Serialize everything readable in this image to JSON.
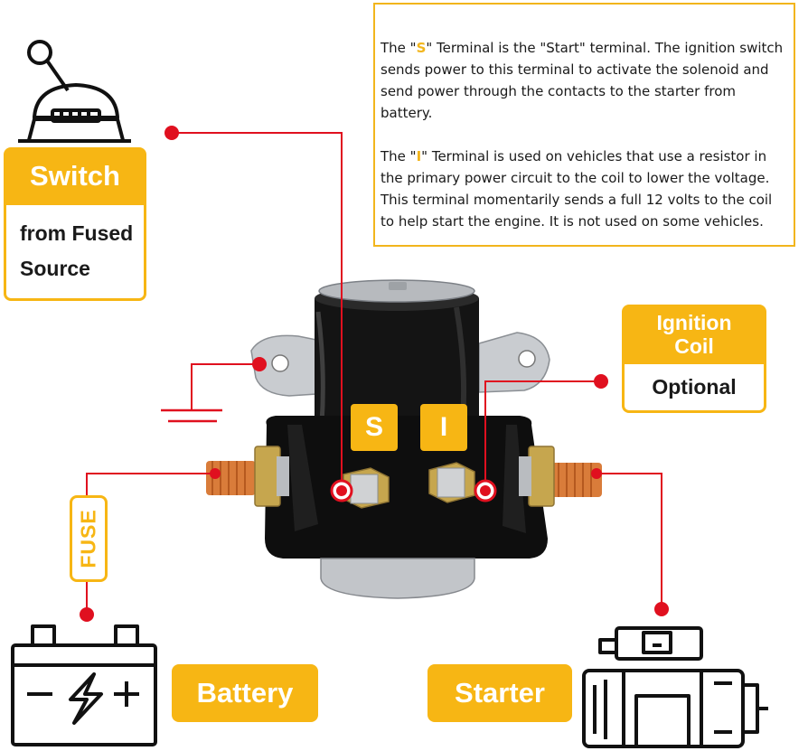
{
  "info": {
    "s_pre": "The \"",
    "s_letter": "S",
    "s_post": "\" Terminal is the \"Start\" terminal. The ignition switch sends power to this terminal to activate the solenoid and send power through the contacts to the starter from battery.",
    "i_pre": "The \"",
    "i_letter": "I",
    "i_post": "\" Terminal is used on vehicles that use a resistor in the primary power circuit to the coil to lower the voltage. This terminal momentarily sends a full 12 volts to the coil to help start the engine. It is not used on some vehicles."
  },
  "switch": {
    "title": "Switch",
    "line1": "from Fused",
    "line2": "Source"
  },
  "ignition_coil": {
    "title_line1": "Ignition",
    "title_line2": "Coil",
    "subtitle": "Optional"
  },
  "terminals": {
    "s": "S",
    "i": "I"
  },
  "fuse": "FUSE",
  "battery": "Battery",
  "starter": "Starter",
  "colors": {
    "accent": "#f7b614",
    "wire": "#e0101f",
    "solenoid": "#111111"
  },
  "icons": [
    "ignition-switch-icon",
    "ground-icon",
    "battery-icon",
    "starter-motor-icon",
    "solenoid-image"
  ]
}
